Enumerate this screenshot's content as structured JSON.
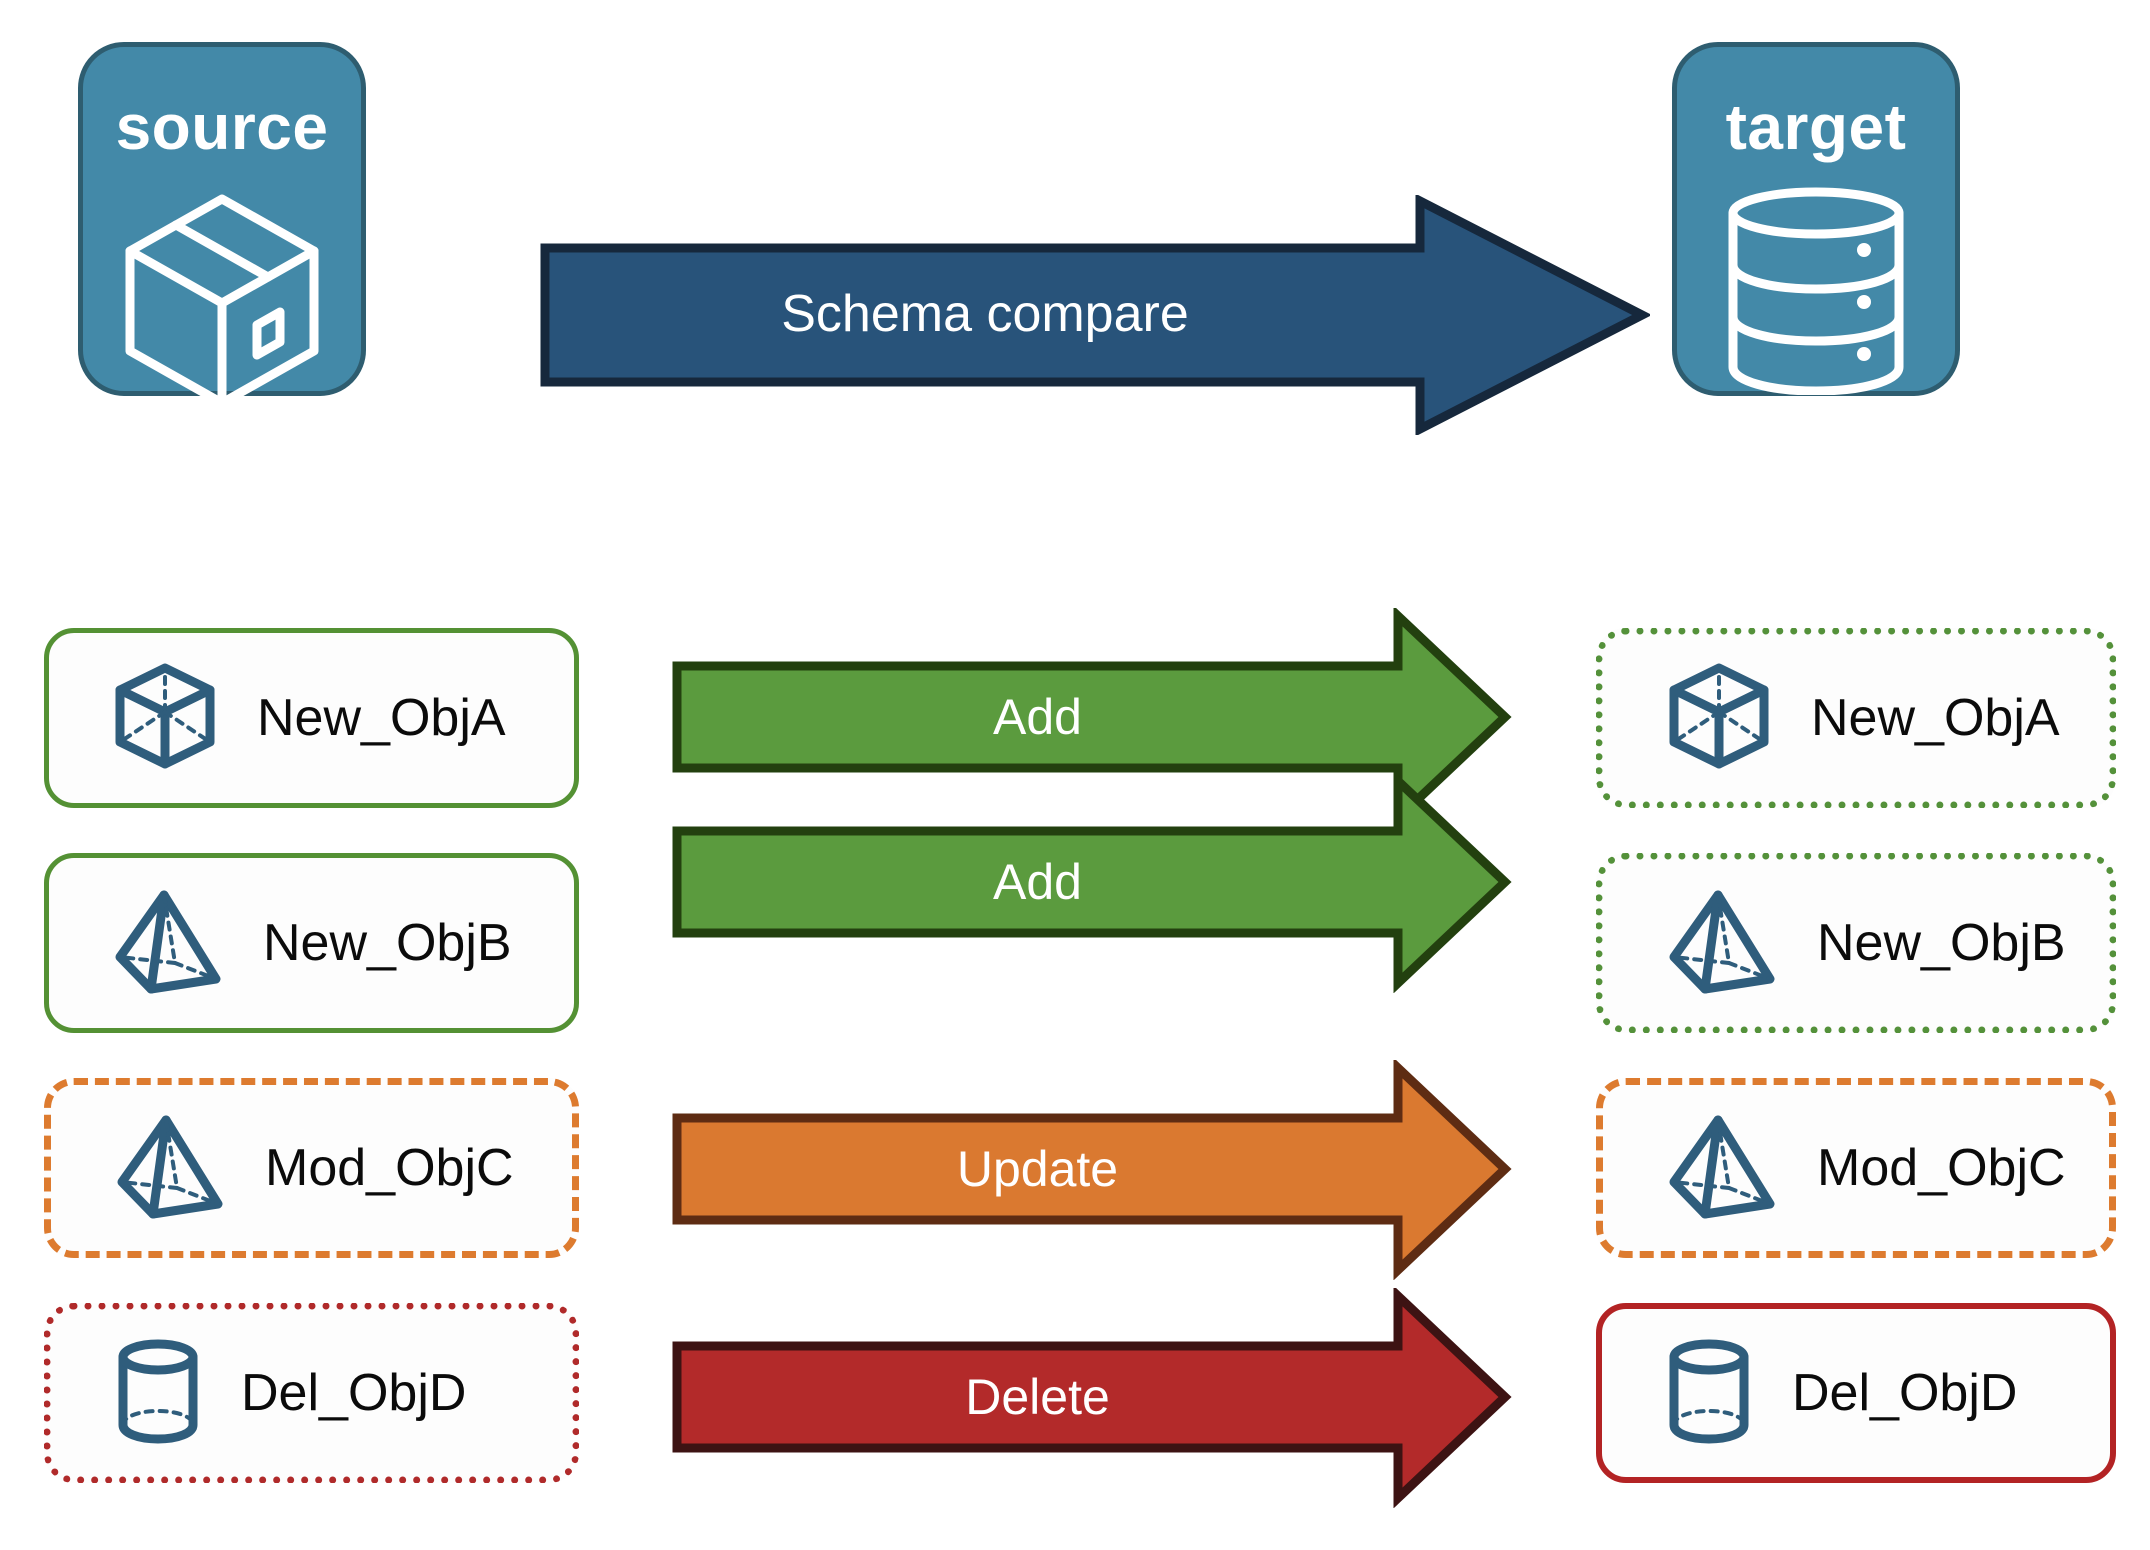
{
  "diagram": {
    "title": "Schema compare between source and target",
    "background": "#ffffff"
  },
  "endpoints": {
    "source": {
      "label": "source",
      "icon": "package-box-icon",
      "fill": "#4389a8",
      "stroke": "#2e5d70",
      "text_color": "#ffffff"
    },
    "target": {
      "label": "target",
      "icon": "database-cylinder-icon",
      "fill": "#4389a8",
      "stroke": "#2e5d70",
      "text_color": "#ffffff"
    }
  },
  "compare_arrow": {
    "label": "Schema compare",
    "fill": "#28537a",
    "stroke": "#16283c",
    "text_color": "#ffffff",
    "direction": "right"
  },
  "rows": [
    {
      "action": "Add",
      "action_fill": "#5b9b3e",
      "action_stroke": "#23400f",
      "action_text_color": "#ffffff",
      "source": {
        "label": "New_ObjA",
        "icon": "wireframe-cube-icon",
        "border_style": "solid",
        "border_color": "#549134"
      },
      "target": {
        "label": "New_ObjA",
        "icon": "wireframe-cube-icon",
        "border_style": "dotted",
        "border_color": "#54913a"
      }
    },
    {
      "action": "Add",
      "action_fill": "#5b9b3e",
      "action_stroke": "#23400f",
      "action_text_color": "#ffffff",
      "source": {
        "label": "New_ObjB",
        "icon": "wireframe-pyramid-icon",
        "border_style": "solid",
        "border_color": "#549134"
      },
      "target": {
        "label": "New_ObjB",
        "icon": "wireframe-pyramid-icon",
        "border_style": "dotted",
        "border_color": "#54913a"
      }
    },
    {
      "action": "Update",
      "action_fill": "#da7930",
      "action_stroke": "#5e2c13",
      "action_text_color": "#ffffff",
      "source": {
        "label": "Mod_ObjC",
        "icon": "wireframe-pyramid-icon",
        "border_style": "dashed",
        "border_color": "#dd7b2f"
      },
      "target": {
        "label": "Mod_ObjC",
        "icon": "wireframe-pyramid-icon",
        "border_style": "dashed",
        "border_color": "#dd7b2f"
      }
    },
    {
      "action": "Delete",
      "action_fill": "#b32a2a",
      "action_stroke": "#3d1313",
      "action_text_color": "#ffffff",
      "source": {
        "label": "Del_ObjD",
        "icon": "wireframe-cylinder-icon",
        "border_style": "dotted",
        "border_color": "#b02a2a"
      },
      "target": {
        "label": "Del_ObjD",
        "icon": "wireframe-cylinder-icon",
        "border_style": "solid",
        "border_color": "#b32324"
      }
    }
  ],
  "palette": {
    "object_icon_color": "#2f5d7c",
    "card_fill": "#fdfdfd",
    "label_color": "#0b0b0b"
  }
}
